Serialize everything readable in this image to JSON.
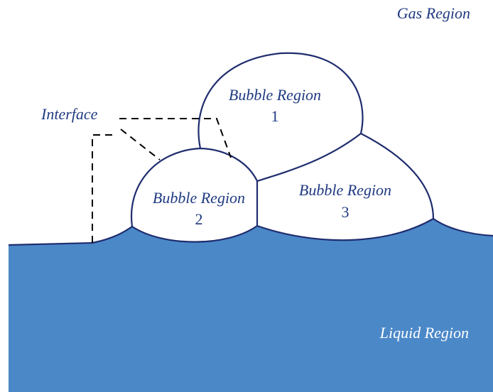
{
  "labels": {
    "gas_region": "Gas Region",
    "liquid_region": "Liquid Region",
    "interface": "Interface",
    "bubble_1": {
      "name": "Bubble Region",
      "number": "1"
    },
    "bubble_2": {
      "name": "Bubble Region",
      "number": "2"
    },
    "bubble_3": {
      "name": "Bubble Region",
      "number": "3"
    }
  },
  "colors": {
    "liquid": "#4b88c8",
    "outline": "#1f2d6e",
    "text": "#1f3a80",
    "leader_line": "#000000"
  }
}
